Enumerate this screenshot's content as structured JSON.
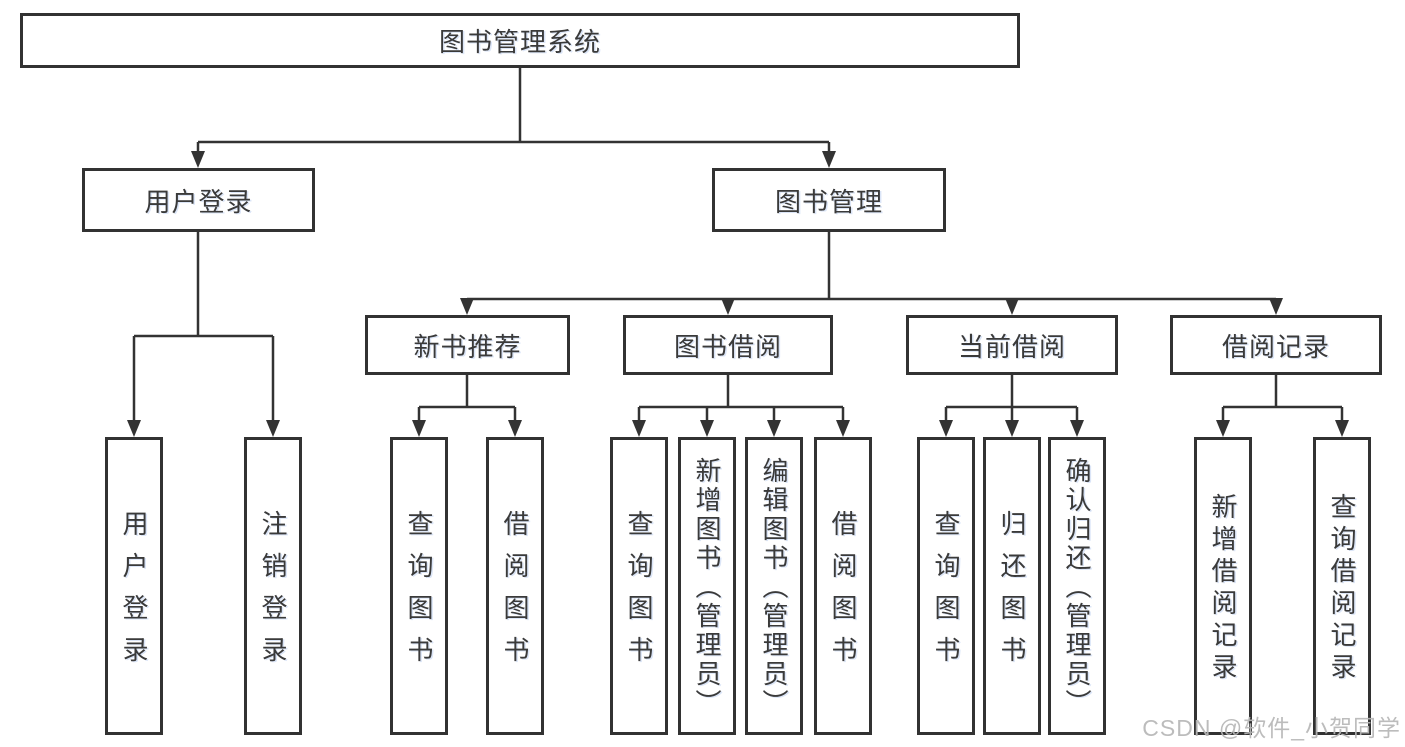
{
  "tree": {
    "root": "图书管理系统",
    "children": [
      {
        "label": "用户登录",
        "children": [
          {
            "label": "用户登录"
          },
          {
            "label": "注销登录"
          }
        ]
      },
      {
        "label": "图书管理",
        "children": [
          {
            "label": "新书推荐",
            "children": [
              {
                "label": "查询图书"
              },
              {
                "label": "借阅图书"
              }
            ]
          },
          {
            "label": "图书借阅",
            "children": [
              {
                "label": "查询图书"
              },
              {
                "label": "新增图书（管理员）"
              },
              {
                "label": "编辑图书（管理员）"
              },
              {
                "label": "借阅图书"
              }
            ]
          },
          {
            "label": "当前借阅",
            "children": [
              {
                "label": "查询图书"
              },
              {
                "label": "归还图书"
              },
              {
                "label": "确认归还（管理员）"
              }
            ]
          },
          {
            "label": "借阅记录",
            "children": [
              {
                "label": "新增借阅记录"
              },
              {
                "label": "查询借阅记录"
              }
            ]
          }
        ]
      }
    ]
  },
  "watermark": "CSDN @软件_小贺同学",
  "colors": {
    "background": "#ffffff",
    "box_border": "#323232",
    "text": "#3a3a3a",
    "connector": "#333333",
    "watermark": "#b7b7b7"
  }
}
